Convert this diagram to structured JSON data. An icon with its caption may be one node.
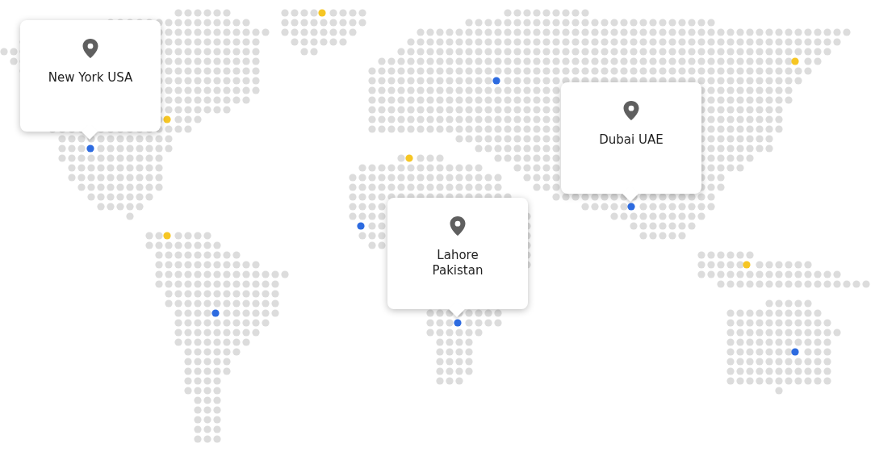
{
  "diagram": {
    "nodes": [
      {
        "text": [
          "New York USA"
        ]
      },
      {
        "text": [
          "Dubai UAE"
        ]
      },
      {
        "text": [
          "Lahore Pakistan"
        ]
      }
    ]
  }
}
